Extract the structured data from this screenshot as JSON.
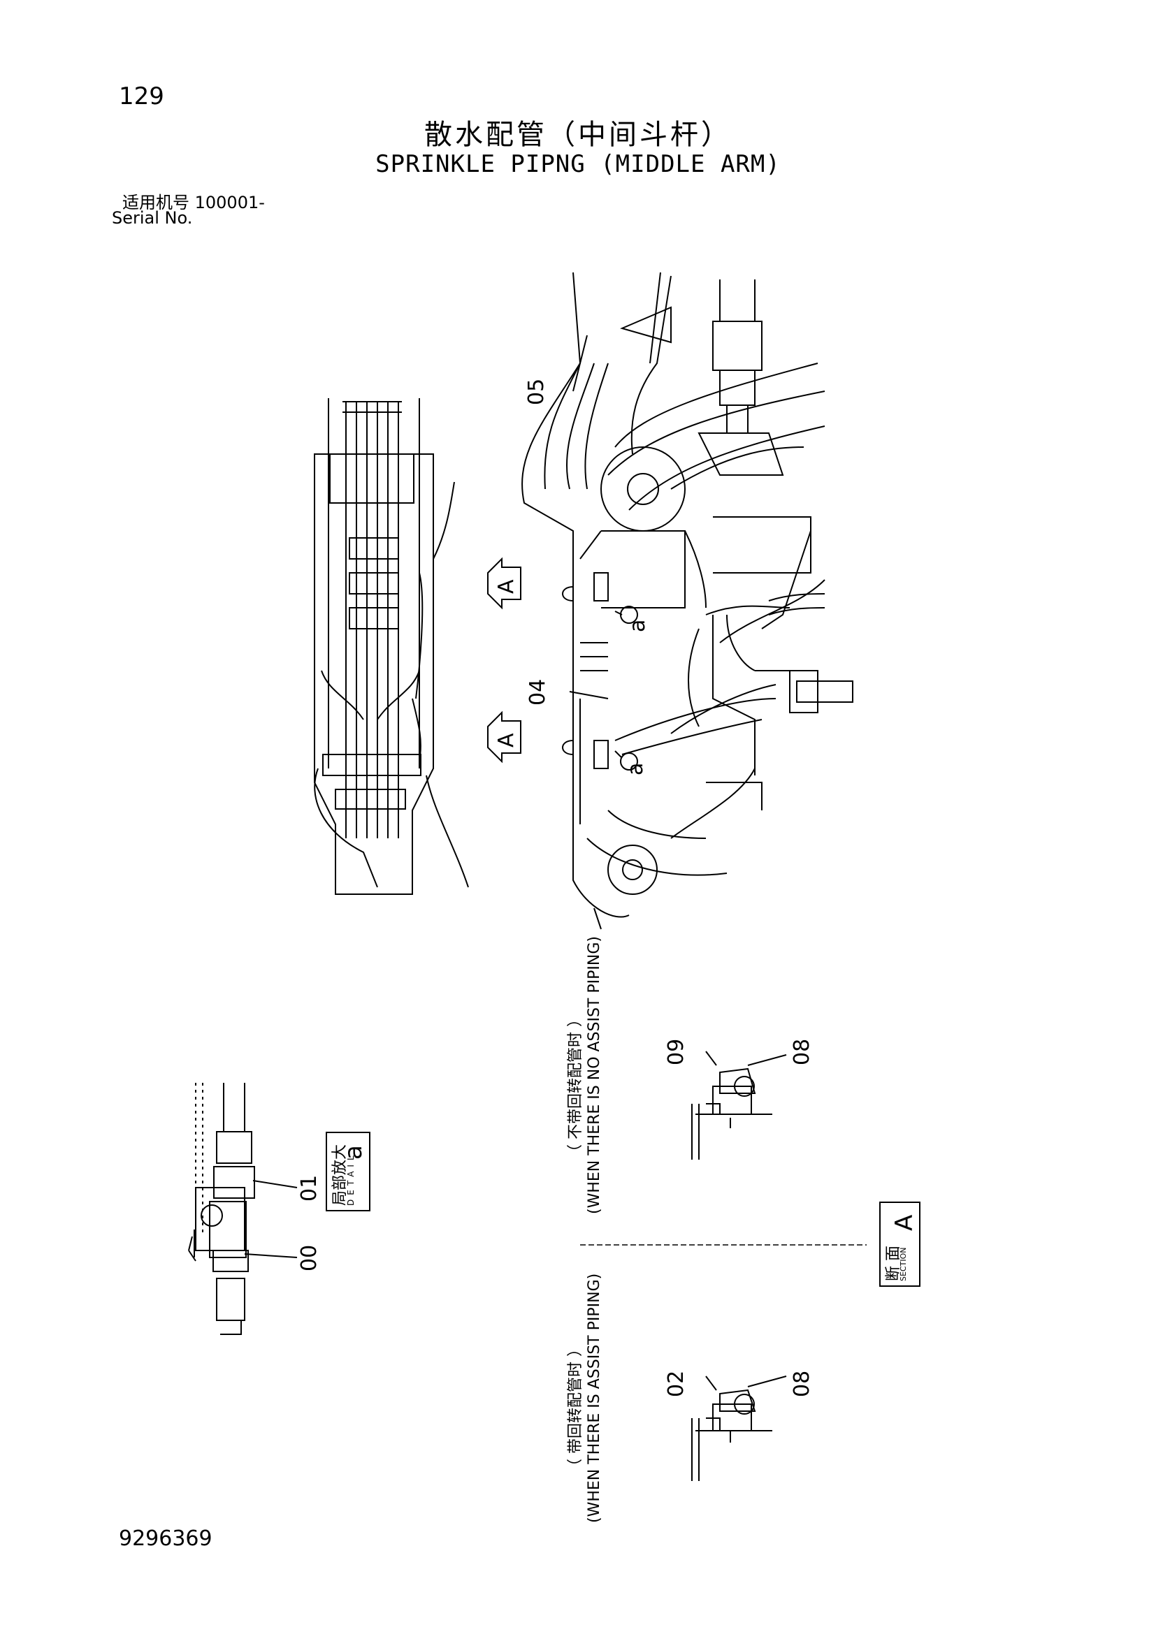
{
  "page": {
    "number": "129",
    "title_cn": "散水配管（中间斗杆）",
    "title_en": "SPRINKLE PIPNG (MIDDLE ARM)",
    "serial_cn": "适用机号  100001-",
    "serial_en": "Serial No.",
    "doc_number": "9296369"
  },
  "callouts": {
    "c05": "05",
    "c04": "04",
    "ca1": "a",
    "ca2": "a",
    "view_a1": "A",
    "view_a2": "A",
    "c01": "01",
    "c00": "00",
    "c09": "09",
    "c08_top": "08",
    "c02": "02",
    "c08_bottom": "08"
  },
  "detail_box": {
    "cn": "局部放大",
    "en": "DETAIL",
    "letter": "a"
  },
  "section_box": {
    "cn": "断 面",
    "en": "SECTION",
    "letter": "A"
  },
  "captions": {
    "no_assist_cn": "（ 不带回转配管时 ）",
    "no_assist_en": "(WHEN THERE IS NO ASSIST PIPING)",
    "assist_cn": "（ 带回转配管时 ）",
    "assist_en": "(WHEN THERE IS ASSIST PIPING)"
  }
}
